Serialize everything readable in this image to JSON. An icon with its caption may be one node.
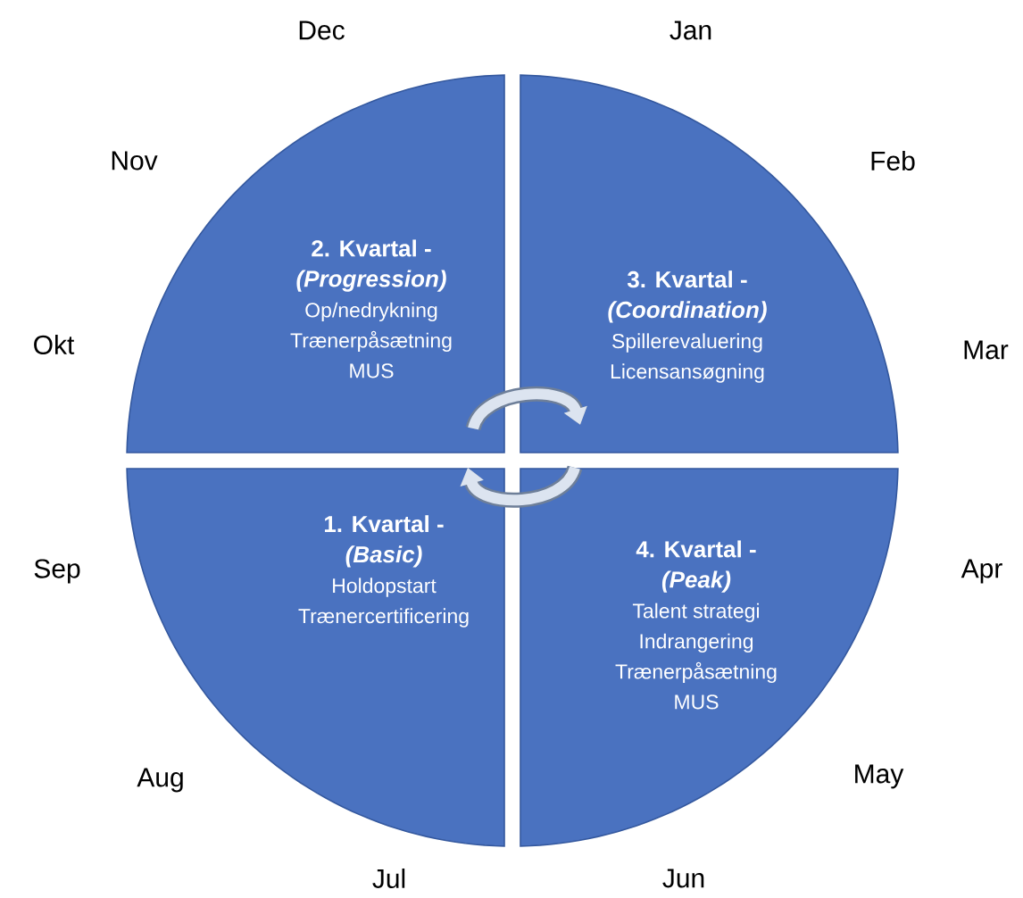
{
  "diagram": {
    "nodes": [
      {
        "text": [
          "2. Kvartal -",
          "(Progression)",
          "Op/nedrykning",
          "Trænerpåsætning",
          "MUS"
        ]
      },
      {
        "text": [
          "3. Kvartal -",
          "(Coordination)",
          "Spillerevaluering",
          "Licensansøgning"
        ]
      },
      {
        "text": [
          "1. Kvartal -",
          "(Basic)",
          "Holdopstart",
          "Trænercertificering"
        ]
      },
      {
        "text": [
          "4. Kvartal -",
          "(Peak)",
          "Talent strategi",
          "Indrangering",
          "Trænerpåsætning",
          "MUS"
        ]
      }
    ],
    "edges": [
      {
        "from": 0,
        "to": 1,
        "arrow": "to"
      },
      {
        "from": 3,
        "to": 2,
        "arrow": "to"
      }
    ],
    "labels": [
      "Dec",
      "Jan",
      "Nov",
      "Feb",
      "Okt",
      "Mar",
      "Sep",
      "Apr",
      "Aug",
      "May",
      "Jul",
      "Jun"
    ]
  }
}
